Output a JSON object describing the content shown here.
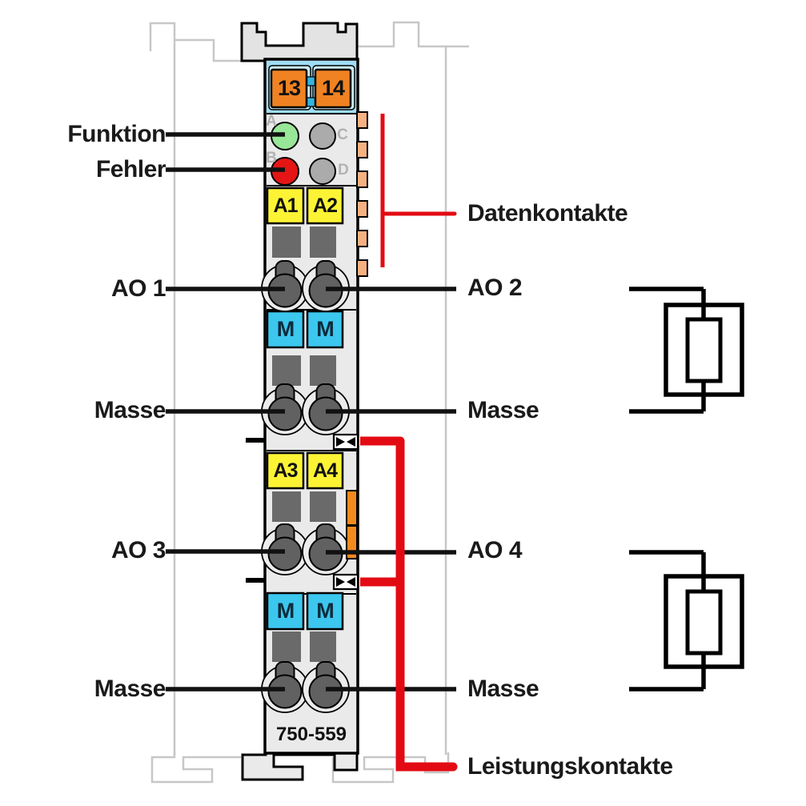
{
  "labels": {
    "funktion": "Funktion",
    "fehler": "Fehler",
    "datenkontakte": "Datenkontakte",
    "leistungskontakte": "Leistungskontakte",
    "ao1": "AO 1",
    "ao2": "AO 2",
    "ao3": "AO 3",
    "ao4": "AO 4",
    "masse_left_upper": "Masse",
    "masse_right_upper": "Masse",
    "masse_left_lower": "Masse",
    "masse_right_lower": "Masse"
  },
  "module": {
    "model": "750-559",
    "supply_terminals": [
      "13",
      "14"
    ],
    "led_markers": [
      "A",
      "B",
      "C",
      "D"
    ],
    "output_terminals_upper": [
      "A1",
      "A2"
    ],
    "output_terminals_lower": [
      "A3",
      "A4"
    ],
    "ground_terminals_upper": [
      "M",
      "M"
    ],
    "ground_terminals_lower": [
      "M",
      "M"
    ]
  },
  "colors": {
    "annotation_red": "#e30b13",
    "terminal_orange": "#f08222",
    "data_contact_orange": "#f6b183",
    "latch_orange": "#f28a1e",
    "label_yellow": "#fdf335",
    "ground_cyan": "#3cc7ef",
    "supply_blue": "#9fddf3",
    "led_green": "#98e698",
    "led_red": "#e51515",
    "led_gray": "#ababab",
    "neighbor_outline_gray": "#c7c7c7"
  }
}
